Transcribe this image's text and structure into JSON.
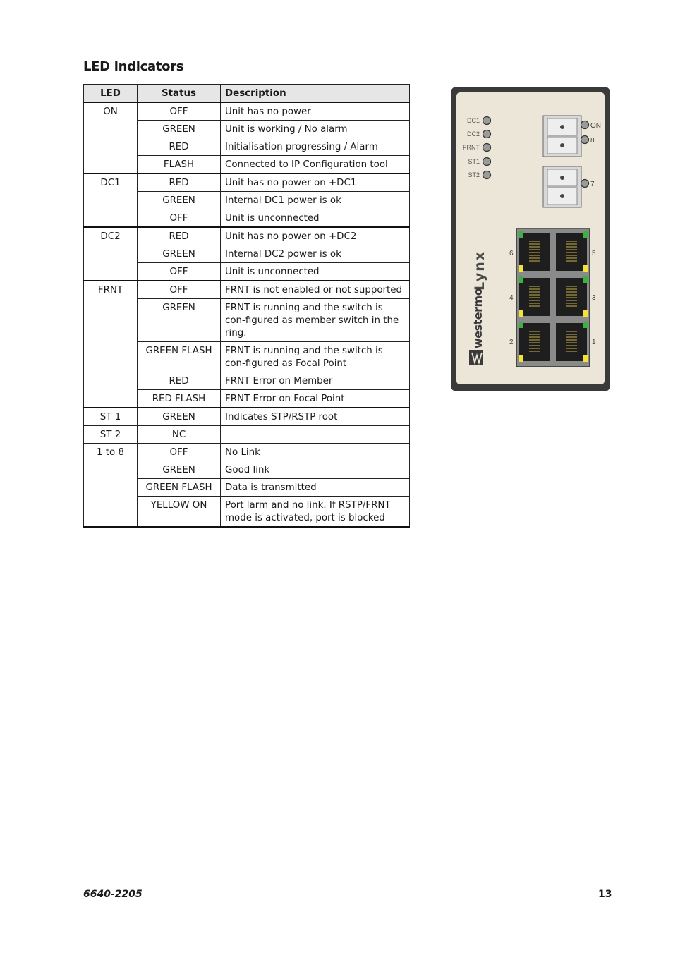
{
  "heading": "LED indicators",
  "table": {
    "headers": {
      "led": "LED",
      "status": "Status",
      "description": "Description"
    },
    "groups": [
      {
        "led": "ON",
        "rows": [
          {
            "status": "OFF",
            "description": "Unit has no power"
          },
          {
            "status": "GREEN",
            "description": "Unit is working / No alarm"
          },
          {
            "status": "RED",
            "description": "Initialisation progressing / Alarm"
          },
          {
            "status": "FLASH",
            "description": "Connected to IP Configuration tool"
          }
        ]
      },
      {
        "led": "DC1",
        "rows": [
          {
            "status": "RED",
            "description": "Unit has no power on +DC1"
          },
          {
            "status": "GREEN",
            "description": "Internal DC1 power is ok"
          },
          {
            "status": "OFF",
            "description": "Unit is unconnected"
          }
        ]
      },
      {
        "led": "DC2",
        "rows": [
          {
            "status": "RED",
            "description": "Unit has no power on +DC2"
          },
          {
            "status": "GREEN",
            "description": "Internal DC2 power is ok"
          },
          {
            "status": "OFF",
            "description": "Unit is unconnected"
          }
        ]
      },
      {
        "led": "FRNT",
        "rows": [
          {
            "status": "OFF",
            "description": "FRNT is not enabled or not supported"
          },
          {
            "status": "GREEN",
            "description": "FRNT is running and the switch is con-figured as member switch in the ring."
          },
          {
            "status": "GREEN FLASH",
            "description": "FRNT is running and the switch is con-figured as Focal Point"
          },
          {
            "status": "RED",
            "description": "FRNT Error on Member"
          },
          {
            "status": "RED FLASH",
            "description": "FRNT Error on Focal Point"
          }
        ]
      },
      {
        "led": "ST 1",
        "rows": [
          {
            "status": "GREEN",
            "description": "Indicates STP/RSTP root"
          }
        ]
      },
      {
        "led": "ST 2",
        "rows": [
          {
            "status": "NC",
            "description": ""
          }
        ]
      },
      {
        "led": "1 to 8",
        "rows": [
          {
            "status": "OFF",
            "description": "No Link"
          },
          {
            "status": "GREEN",
            "description": "Good link"
          },
          {
            "status": "GREEN FLASH",
            "description": "Data is transmitted"
          },
          {
            "status": "YELLOW ON",
            "description": "Port larm and no link. If RSTP/FRNT mode is activated, port is blocked"
          }
        ]
      }
    ]
  },
  "device": {
    "left_leds": [
      "DC1",
      "DC2",
      "FRNT",
      "ST1",
      "ST2"
    ],
    "right_leds": [
      "ON",
      "8",
      "7"
    ],
    "port_left_labels": [
      "6",
      "4",
      "2"
    ],
    "port_right_labels": [
      "5",
      "3",
      "1"
    ],
    "product_name": "Lynx",
    "brand": "westermo",
    "colors": {
      "panel": "#ece6d8",
      "frame": "#3a3a3a",
      "led_green": "#3cb043",
      "led_yellow": "#f2e33a"
    }
  },
  "footer": {
    "doc_number": "6640-2205",
    "page_number": "13"
  }
}
